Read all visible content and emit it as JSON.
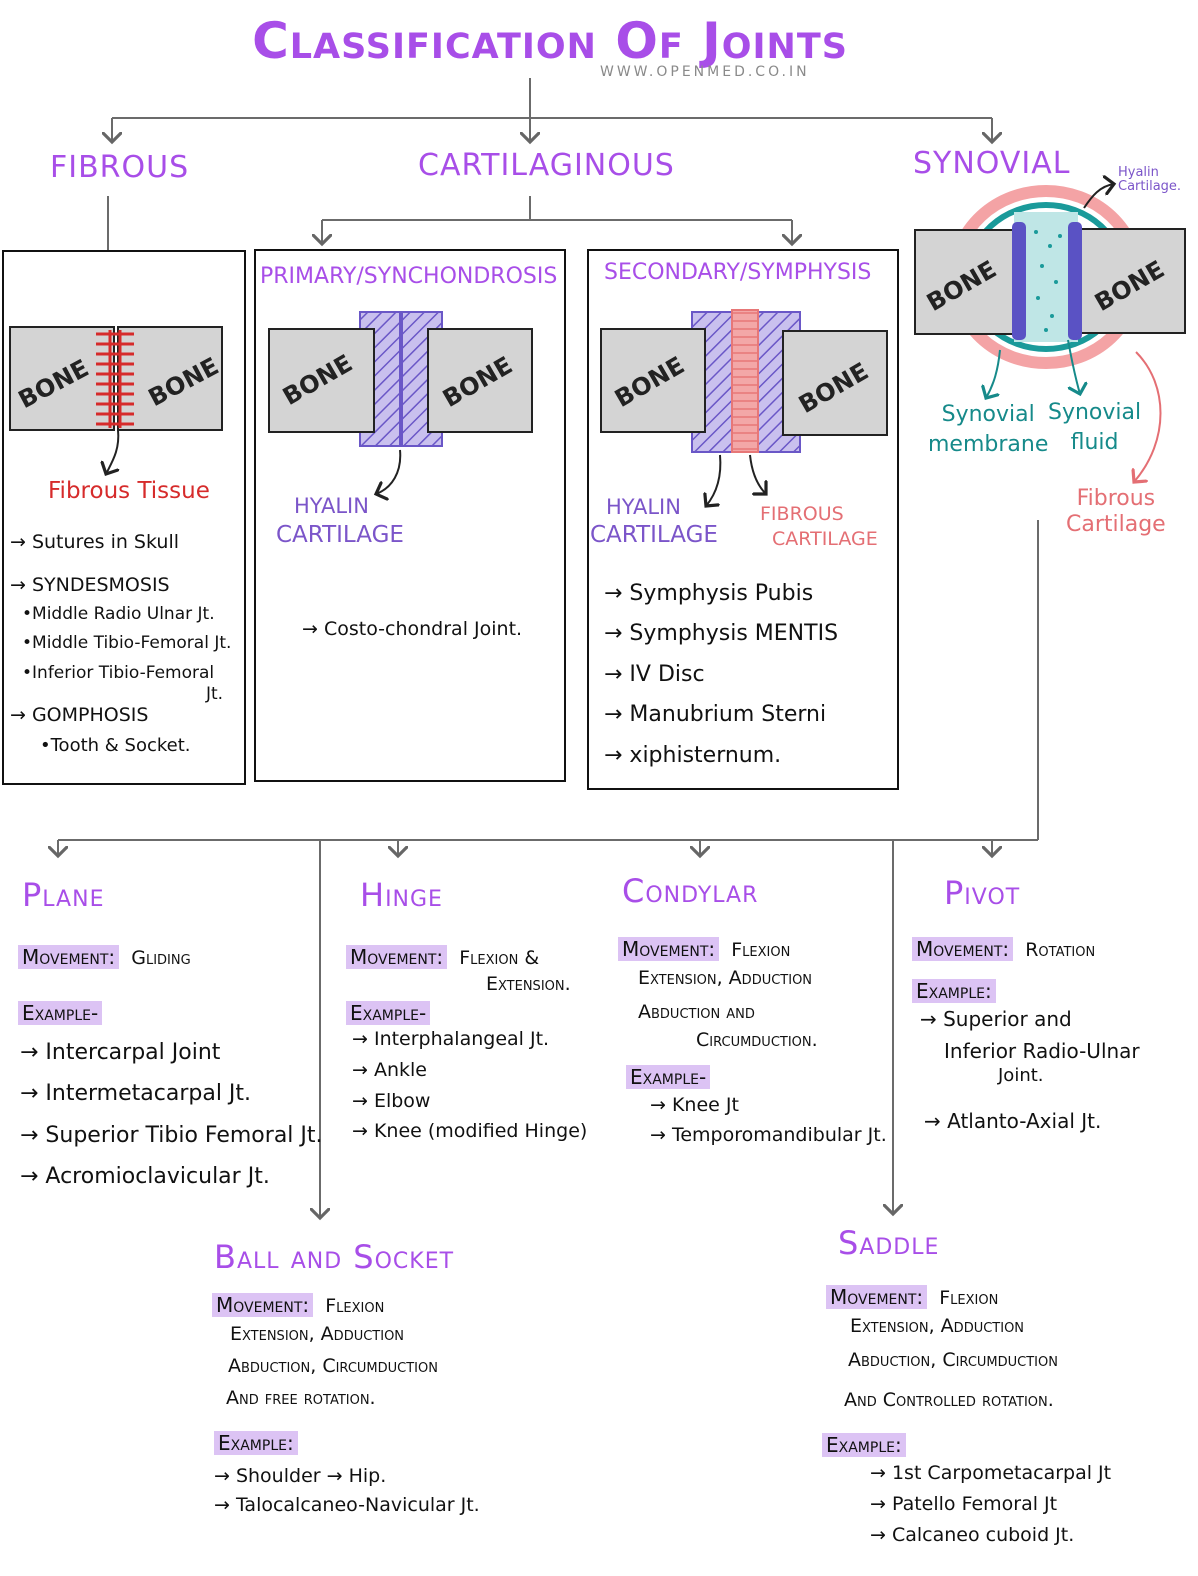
{
  "title": "Classification Of Joints",
  "site": "WWW.OPENMED.CO.IN",
  "bone_label": "BONE",
  "fibrous": {
    "heading": "FIBROUS",
    "tissue_label": "Fibrous Tissue",
    "items": [
      "→ Sutures in Skull",
      "→ SYNDESMOSIS",
      "•Middle Radio Ulnar Jt.",
      "•Middle Tibio-Femoral Jt.",
      "•Inferior Tibio-Femoral",
      "Jt.",
      "→ GOMPHOSIS",
      "•Tooth & Socket."
    ]
  },
  "cartilaginous": {
    "heading": "CARTILAGINOUS",
    "primary": {
      "heading": "PRIMARY/SYNCHONDROSIS",
      "label_1": "HYALIN",
      "label_2": "CARTILAGE",
      "example": "→ Costo-chondral Joint."
    },
    "secondary": {
      "heading": "SECONDARY/SYMPHYSIS",
      "hyalin_1": "HYALIN",
      "hyalin_2": "CARTILAGE",
      "fibrous_1": "FIBROUS",
      "fibrous_2": "CARTILAGE",
      "items": [
        "→ Symphysis Pubis",
        "→ Symphysis MENTIS",
        "→ IV Disc",
        "→ Manubrium Sterni",
        "→ xiphisternum."
      ]
    }
  },
  "synovial": {
    "heading": "SYNOVIAL",
    "hyalin_1": "Hyalin",
    "hyalin_2": "Cartilage.",
    "membrane_1": "Synovial",
    "membrane_2": "membrane",
    "fluid_1": "Synovial",
    "fluid_2": "fluid",
    "fibrous_1": "Fibrous",
    "fibrous_2": "Cartilage"
  },
  "types": {
    "plane": {
      "heading": "Plane",
      "movement_label": "Movement:",
      "movement": "Gliding",
      "example_label": "Example-",
      "examples": [
        "→ Intercarpal Joint",
        "→ Intermetacarpal Jt.",
        "→ Superior Tibio Femoral Jt.",
        "→ Acromioclavicular Jt."
      ]
    },
    "hinge": {
      "heading": "Hinge",
      "movement_label": "Movement:",
      "movement_1": "Flexion &",
      "movement_2": "Extension.",
      "example_label": "Example-",
      "examples": [
        "→ Interphalangeal    Jt.",
        "→ Ankle",
        "→ Elbow",
        "→ Knee (modified Hinge)"
      ]
    },
    "condylar": {
      "heading": "Condylar",
      "movement_label": "Movement:",
      "movement_1": "Flexion",
      "movement_2": "Extension, Adduction",
      "movement_3": "Abduction   and",
      "movement_4": "Circumduction.",
      "example_label": "Example-",
      "examples": [
        "→ Knee  Jt",
        "→ Temporomandibular Jt."
      ]
    },
    "pivot": {
      "heading": "Pivot",
      "movement_label": "Movement:",
      "movement": "Rotation",
      "example_label": "Example:",
      "example_1": "→ Superior and",
      "example_2": "Inferior Radio-Ulnar",
      "example_3": "Joint.",
      "example_4": "→ Atlanto-Axial Jt."
    },
    "ball": {
      "heading": "Ball and Socket",
      "movement_label": "Movement:",
      "movement_1": "Flexion",
      "movement_2": "Extension, Adduction",
      "movement_3": "Abduction, Circumduction",
      "movement_4": "And  free rotation.",
      "example_label": "Example:",
      "examples": [
        "→ Shoulder → Hip.",
        "→ Talocalcaneo-Navicular Jt."
      ]
    },
    "saddle": {
      "heading": "Saddle",
      "movement_label": "Movement:",
      "movement_1": "Flexion",
      "movement_2": "Extension, Adduction",
      "movement_3": "Abduction, Circumduction",
      "movement_4": "And  Controlled rotation.",
      "example_label": "Example:",
      "examples": [
        "→ 1st Carpometacarpal Jt",
        "→ Patello Femoral  Jt",
        "→ Calcaneo cuboid  Jt."
      ]
    }
  }
}
